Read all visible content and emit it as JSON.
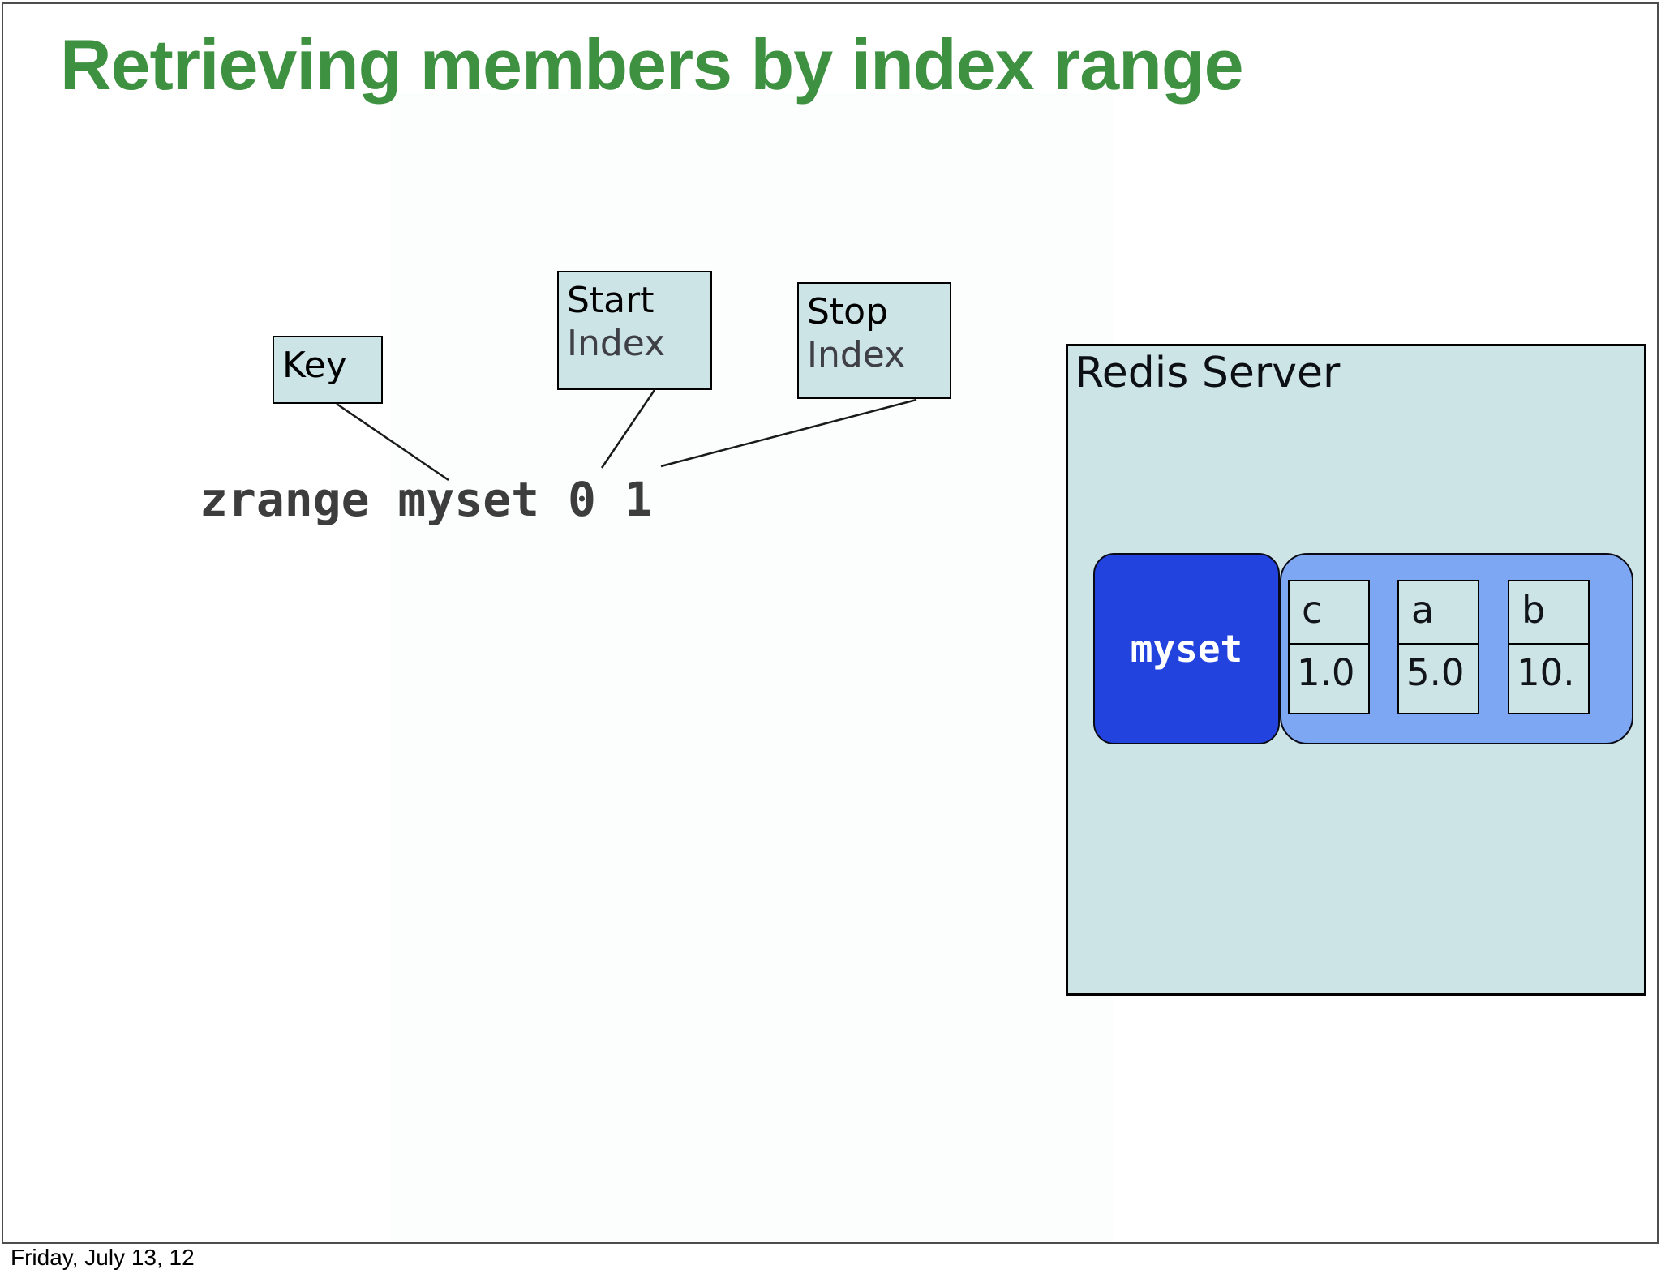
{
  "slide": {
    "title": "Retrieving members by index range",
    "footer": "Friday, July 13, 12"
  },
  "command": {
    "code": "zrange myset 0 1"
  },
  "callouts": {
    "key": {
      "line1": "Key"
    },
    "start": {
      "line1": "Start",
      "line2": "Index"
    },
    "stop": {
      "line1": "Stop",
      "line2": "Index"
    }
  },
  "server": {
    "title": "Redis Server",
    "key_label": "myset",
    "members": [
      {
        "member": "c",
        "score": "1.0"
      },
      {
        "member": "a",
        "score": "5.0"
      },
      {
        "member": "b",
        "score": "10."
      }
    ]
  },
  "colors": {
    "title_green": "#3e9140",
    "box_cyan": "#cde4e7",
    "member_container_blue": "#7da7f3",
    "key_blue": "#2343df",
    "code_gray": "#3d3d3d",
    "frame_gray": "#4d4d4d"
  }
}
